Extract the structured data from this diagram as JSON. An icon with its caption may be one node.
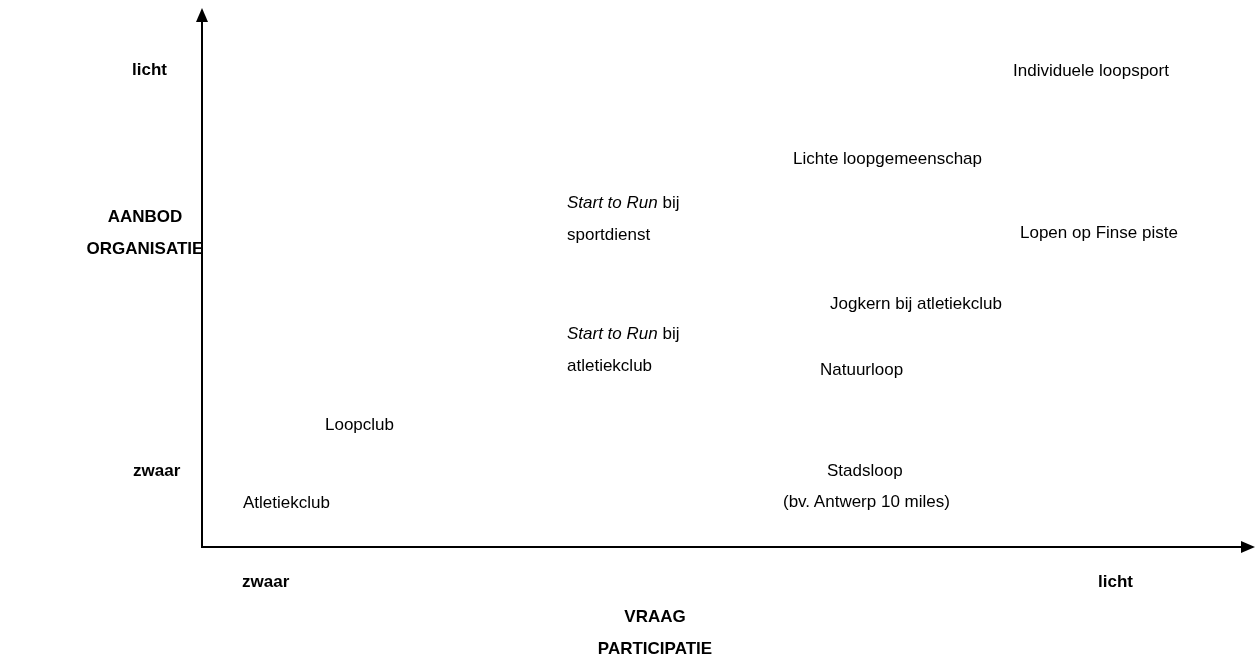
{
  "diagram": {
    "labels": [
      "licht",
      "Individuele loopsport",
      "Lichte loopgemeenschap",
      "*Start to Run* bij sportdienst",
      "AANBOD ORGANISATIE",
      "Lopen op Finse piste",
      "Jogkern bij atletiekclub",
      "*Start to Run* bij atletiekclub",
      "Natuurloop",
      "Loopclub",
      "zwaar",
      "Stadsloop",
      "(bv. Antwerp 10 miles)",
      "Atletiekclub",
      "zwaar",
      "licht",
      "VRAAG PARTICIPATIE"
    ]
  }
}
